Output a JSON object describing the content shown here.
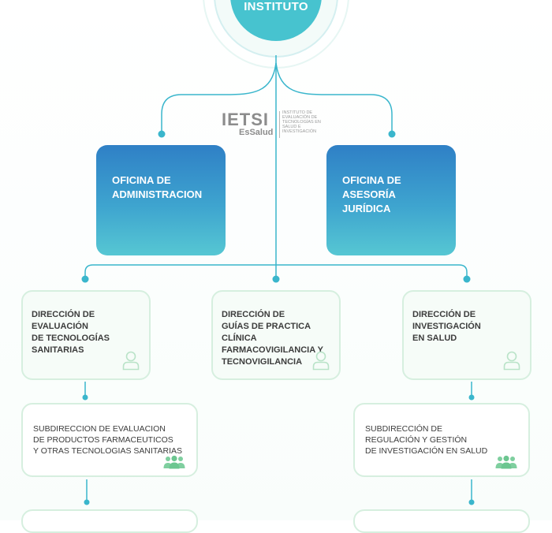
{
  "top": {
    "title": "INSTITUTO"
  },
  "logo": {
    "main": "IETSI",
    "sub": "EsSalud",
    "description": [
      "INSTITUTO DE",
      "EVALUACIÓN DE",
      "TECNOLOGÍAS EN",
      "SALUD E",
      "INVESTIGACIÓN"
    ]
  },
  "offices": [
    {
      "lines": [
        "OFICINA DE",
        "ADMINISTRACION"
      ]
    },
    {
      "lines": [
        "OFICINA DE",
        "ASESORÍA",
        "JURÍDICA"
      ]
    }
  ],
  "directorates": [
    {
      "lines": [
        "DIRECCIÓN DE",
        "EVALUACIÓN",
        "DE TECNOLOGÍAS",
        "SANITARIAS"
      ],
      "icon": "person-icon"
    },
    {
      "lines": [
        "DIRECCIÓN DE",
        "GUÍAS DE PRACTICA CLÍNICA",
        "FARMACOVIGILANCIA Y",
        "TECNOVIGILANCIA"
      ],
      "icon": "person-icon"
    },
    {
      "lines": [
        "DIRECCIÓN DE",
        "INVESTIGACIÓN",
        "EN SALUD"
      ],
      "icon": "person-icon"
    }
  ],
  "subdirectorates": [
    {
      "lines": [
        "SUBDIRECCION DE EVALUACION",
        "DE PRODUCTOS FARMACEUTICOS",
        "Y OTRAS TECNOLOGIAS SANITARIAS"
      ],
      "icon": "group-icon"
    },
    {
      "lines": [
        "SUBDIRECCIÓN DE",
        "REGULACIÓN Y GESTIÓN",
        "DE INVESTIGACIÓN EN  SALUD"
      ],
      "icon": "group-icon"
    }
  ],
  "colors": {
    "office_gradient_top": "#2f80c6",
    "office_gradient_bottom": "#56c7d3",
    "connector": "#3ab6cc",
    "box_border": "#d6efdf",
    "icon_green": "#7fcf9f"
  }
}
